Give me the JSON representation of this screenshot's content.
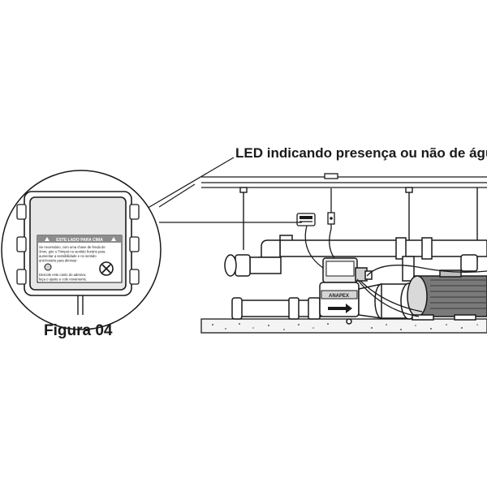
{
  "callout": {
    "text": "LED indicando presença ou não de água"
  },
  "figure": {
    "label": "Figura 04"
  },
  "device_label": {
    "header": "ESTE LADO PARA CIMA",
    "instruction_lines": [
      "Se necessário, com uma chave de fenda de",
      "3mm, gire o Trimpot no sentido horário para",
      "aumentar a sensibilidade e no sentido",
      "anti-horário para diminuir."
    ],
    "note_lines": [
      "Descole este canto do adesivo,",
      "faça o ajuste e cole novamente."
    ]
  },
  "brand": {
    "text": "ANAPEX"
  },
  "colors": {
    "line": "#1a1a1a",
    "panel": "#e6e6e6",
    "label_header": "#8c8c8c",
    "pump": "#7a7a7a",
    "floor": "#cfcfcf"
  },
  "icons": {
    "arrow": "up-arrow-icon",
    "trimpot": "trimpot-icon"
  }
}
